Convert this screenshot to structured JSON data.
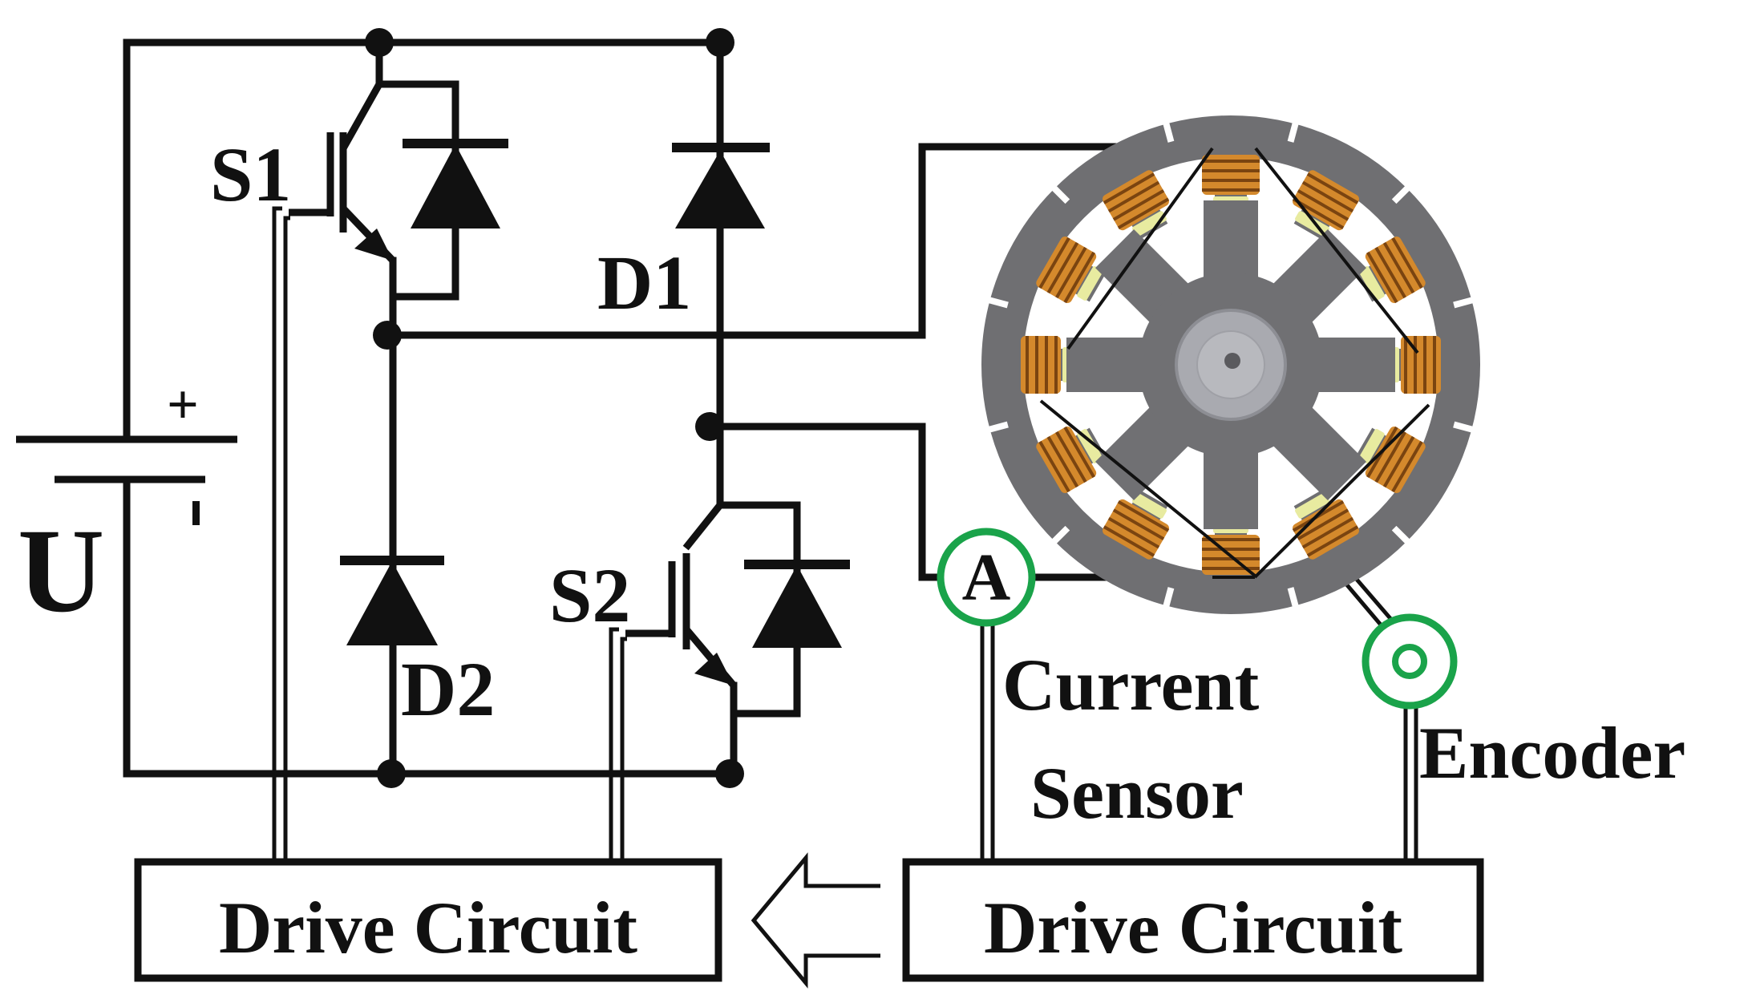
{
  "labels": {
    "supply": "U",
    "plus": "+",
    "minus": "-",
    "switch_1": "S1",
    "switch_2": "S2",
    "diode_1": "D1",
    "diode_2": "D2",
    "ammeter": "A",
    "current_sensor_line1": "Current",
    "current_sensor_line2": "Sensor",
    "encoder": "Encoder",
    "drive_circuit_left": "Drive Circuit",
    "drive_circuit_right": "Drive Circuit"
  },
  "colors": {
    "wire": "#111111",
    "sensor_ring": "#1aa34a",
    "stator": "#6f6f72",
    "rotor": "#707073",
    "shaft": "#a9aab0",
    "coil": "#d4892c",
    "coil_stripe": "#7a4410",
    "insulation": "#e8eba0"
  },
  "motor": {
    "stator_slots": 12,
    "rotor_teeth": 8
  }
}
